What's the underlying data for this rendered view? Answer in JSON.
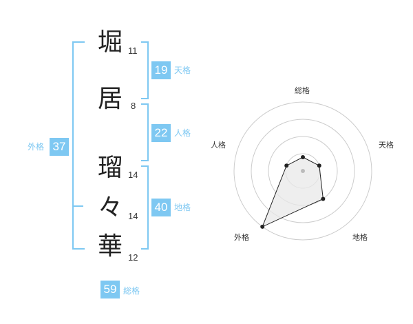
{
  "name": {
    "characters": [
      {
        "char": "堀",
        "strokes": "11"
      },
      {
        "char": "居",
        "strokes": "8"
      },
      {
        "char": "瑠",
        "strokes": "14"
      },
      {
        "char": "々",
        "strokes": "14"
      },
      {
        "char": "華",
        "strokes": "12"
      }
    ]
  },
  "fortune": {
    "tenkaku": {
      "label": "天格",
      "value": "19"
    },
    "jinkaku": {
      "label": "人格",
      "value": "22"
    },
    "chikaku": {
      "label": "地格",
      "value": "40"
    },
    "gaikaku": {
      "label": "外格",
      "value": "37"
    },
    "soukaku": {
      "label": "総格",
      "value": "59"
    }
  },
  "colors": {
    "accent": "#7ec8f2",
    "text": "#222222"
  },
  "chart_data": {
    "type": "radar",
    "axes": [
      "総格",
      "天格",
      "地格",
      "外格",
      "人格"
    ],
    "values": [
      59,
      19,
      40,
      37,
      22
    ],
    "series_values_normalized": [
      0.2,
      0.25,
      0.5,
      1.0,
      0.25
    ],
    "rings": 4,
    "grid": true
  }
}
